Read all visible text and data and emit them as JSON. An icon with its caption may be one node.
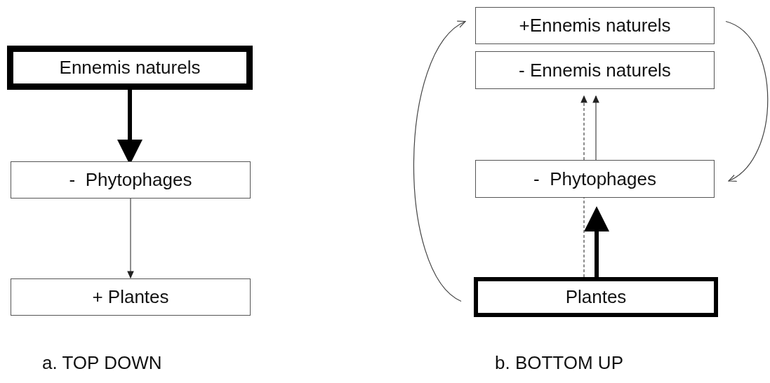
{
  "diagram": {
    "nodes": [
      {
        "text": [
          "Ennemis naturels"
        ]
      },
      {
        "text": [
          "-  Phytophages"
        ]
      },
      {
        "text": [
          "+ Plantes"
        ]
      },
      {
        "text": [
          "+Ennemis naturels"
        ]
      },
      {
        "text": [
          "- Ennemis naturels"
        ]
      },
      {
        "text": [
          "-  Phytophages"
        ]
      },
      {
        "text": [
          "Plantes"
        ]
      }
    ],
    "edges": [
      {
        "from": 0,
        "to": 1,
        "arrow": "to",
        "style": "thick"
      },
      {
        "from": 1,
        "to": 2,
        "arrow": "to"
      },
      {
        "from": 6,
        "to": 5,
        "arrow": "to",
        "style": "thick"
      },
      {
        "from": 6,
        "to": 5,
        "arrow": "none",
        "style": "dashed"
      },
      {
        "from": 5,
        "to": 4,
        "arrow": "to",
        "style": "dashed"
      },
      {
        "from": 5,
        "to": 4,
        "arrow": "to"
      },
      {
        "from": 6,
        "to": 3,
        "arrow": "to"
      },
      {
        "from": 3,
        "to": 5,
        "arrow": "to"
      }
    ],
    "labels": [
      "a. TOP DOWN",
      "b. BOTTOM UP"
    ]
  }
}
